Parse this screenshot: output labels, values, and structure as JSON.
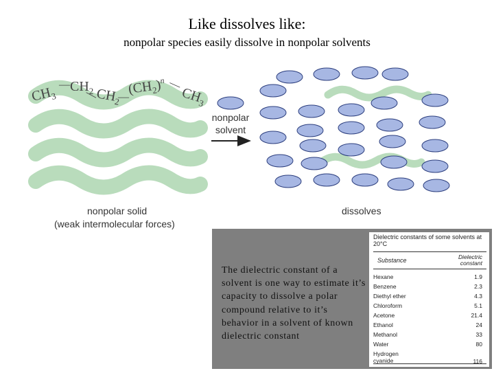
{
  "heading": {
    "title": "Like dissolves like:",
    "subtitle": "nonpolar species easily dissolve in nonpolar solvents"
  },
  "diagram": {
    "solid_label_line1": "nonpolar solid",
    "solid_label_line2": "(weak intermolecular forces)",
    "arrow_label_line1": "nonpolar",
    "arrow_label_line2": "solvent",
    "result_label": "dissolves",
    "colors": {
      "chain": "#b9dcbc",
      "molecule": "#a7b7e3",
      "outline": "#2d3f7e"
    }
  },
  "formula": {
    "ch3_left_base": "CH",
    "ch3_left_sub": "3",
    "ch2_a_base": "CH",
    "ch2_a_sub": "2",
    "ch2_b_base": "CH",
    "ch2_b_sub": "2",
    "ch2_n_base": "(CH",
    "ch2_n_sub": "2",
    "ch2_n_close": ")",
    "n": "n",
    "ch3_right_base": "CH",
    "ch3_right_sub": "3",
    "bond": "—"
  },
  "note": {
    "text": "The dielectric constant of a solvent is one way to estimate it’s capacity to dissolve a polar compound relative to it’s behavior in a solvent of known dielectric constant"
  },
  "dielectric_table": {
    "title": "Dielectric constants of some solvents at 20°C",
    "col_substance": "Substance",
    "col_constant": "Dielectric constant",
    "rows": [
      {
        "substance": "Hexane",
        "value": "1.9"
      },
      {
        "substance": "Benzene",
        "value": "2.3"
      },
      {
        "substance": "Diethyl ether",
        "value": "4.3"
      },
      {
        "substance": "Chloroform",
        "value": "5.1"
      },
      {
        "substance": "Acetone",
        "value": "21.4"
      },
      {
        "substance": "Ethanol",
        "value": "24"
      },
      {
        "substance": "Methanol",
        "value": "33"
      },
      {
        "substance": "Water",
        "value": "80"
      },
      {
        "substance": "Hydrogen cyanide",
        "value": "116"
      }
    ]
  }
}
